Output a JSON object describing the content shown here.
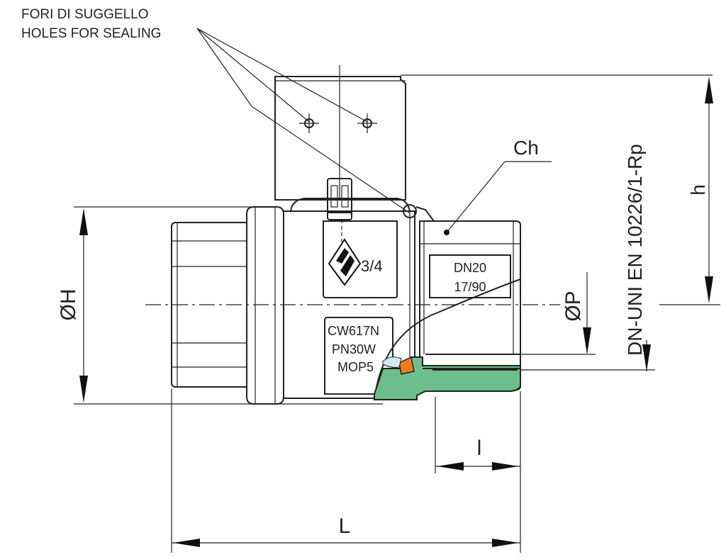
{
  "notes": {
    "line1": "FORI DI SUGGELLO",
    "line2": "HOLES FOR SEALING"
  },
  "labels": {
    "chamfer": "Ch",
    "body_size": "3/4",
    "dn": "DN20",
    "date": "17/90",
    "mat1": "CW617N",
    "mat2": "PN30W",
    "mat3": "MOP5",
    "thread_std": "DN-UNI EN 10226/1-Rp",
    "dim_h": "h",
    "dim_H": "ØH",
    "dim_P": "ØP",
    "dim_l": "l",
    "dim_L": "L"
  },
  "colors": {
    "section_fill": "#6cbf8c",
    "seal_fill": "#f07a1a",
    "ball_fill": "#cfe8f3",
    "line": "#222222"
  }
}
